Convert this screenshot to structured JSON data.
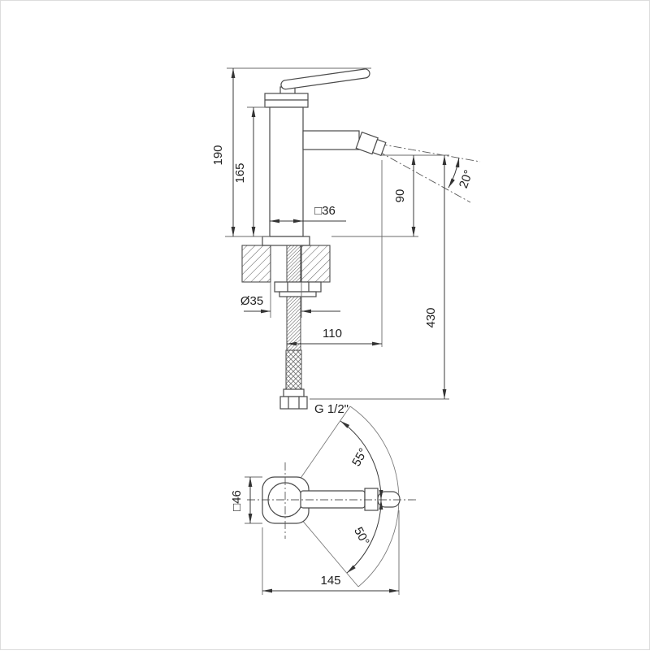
{
  "drawing": {
    "side_view": {
      "overall_height": "190",
      "body_height": "165",
      "body_section": "□36",
      "spout_height": "90",
      "aerator_angle": "20°",
      "hole_diameter": "Ø35",
      "spout_reach": "110",
      "total_height": "430",
      "thread": "G 1/2\""
    },
    "top_view": {
      "swing_angle_upper": "55°",
      "body_section": "□46",
      "swing_angle_lower": "50°",
      "overall_length": "145"
    }
  }
}
